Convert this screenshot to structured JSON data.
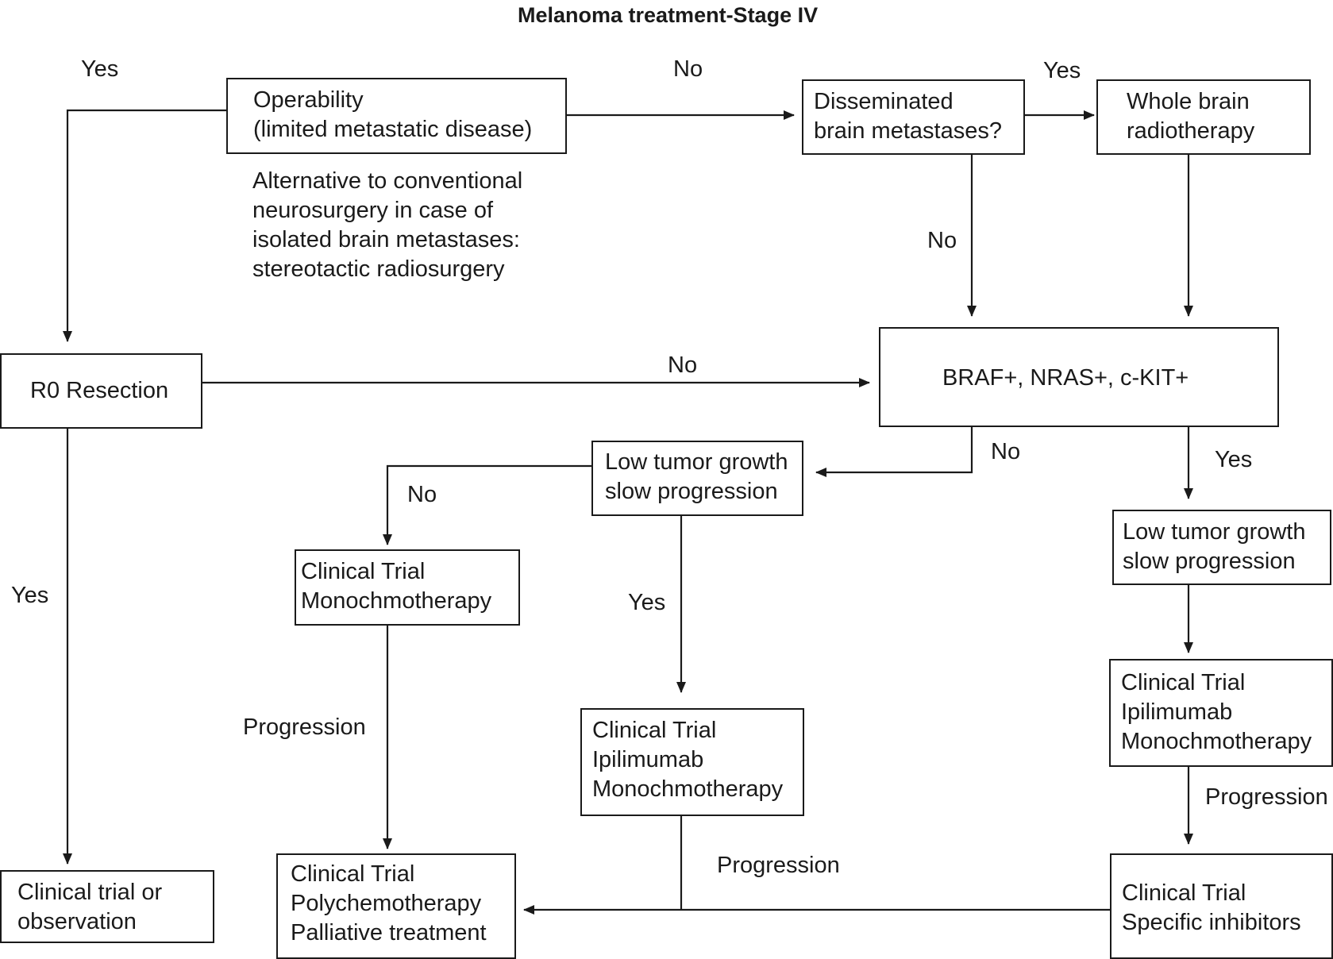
{
  "title": "Melanoma treatment-Stage IV",
  "nodes": {
    "operability": [
      "Operability",
      "(limited metastatic disease)"
    ],
    "disseminated": [
      "Disseminated",
      "brain metastases?"
    ],
    "whole_brain": [
      "Whole brain",
      "radiotherapy"
    ],
    "r0": [
      "R0 Resection"
    ],
    "mutation": [
      "BRAF+, NRAS+, c-KIT+"
    ],
    "low_growth_mid": [
      "Low tumor growth",
      "slow progression"
    ],
    "low_growth_right": [
      "Low tumor growth",
      "slow progression"
    ],
    "trial_mono": [
      "Clinical Trial",
      "Monochmotherapy"
    ],
    "trial_ipi_mid": [
      "Clinical Trial",
      "Ipilimumab",
      "Monochmotherapy"
    ],
    "trial_ipi_right": [
      "Clinical Trial",
      "Ipilimumab",
      "Monochmotherapy"
    ],
    "trial_obs": [
      "Clinical trial or",
      "observation"
    ],
    "trial_poly": [
      "Clinical Trial",
      "Polychemotherapy",
      "Palliative treatment"
    ],
    "trial_inhib": [
      "Clinical Trial",
      "Specific inhibitors"
    ]
  },
  "note": [
    "Alternative to conventional",
    "neurosurgery in case of",
    "isolated brain metastases:",
    "stereotactic radiosurgery"
  ],
  "edge_labels": {
    "yes_top_left": "Yes",
    "no_top": "No",
    "yes_top_right": "Yes",
    "no_dissem": "No",
    "no_r0": "No",
    "yes_r0": "Yes",
    "no_mutation": "No",
    "yes_mutation": "Yes",
    "no_lowmid": "No",
    "yes_lowmid": "Yes",
    "progression_left": "Progression",
    "progression_mid": "Progression",
    "progression_right": "Progression"
  }
}
